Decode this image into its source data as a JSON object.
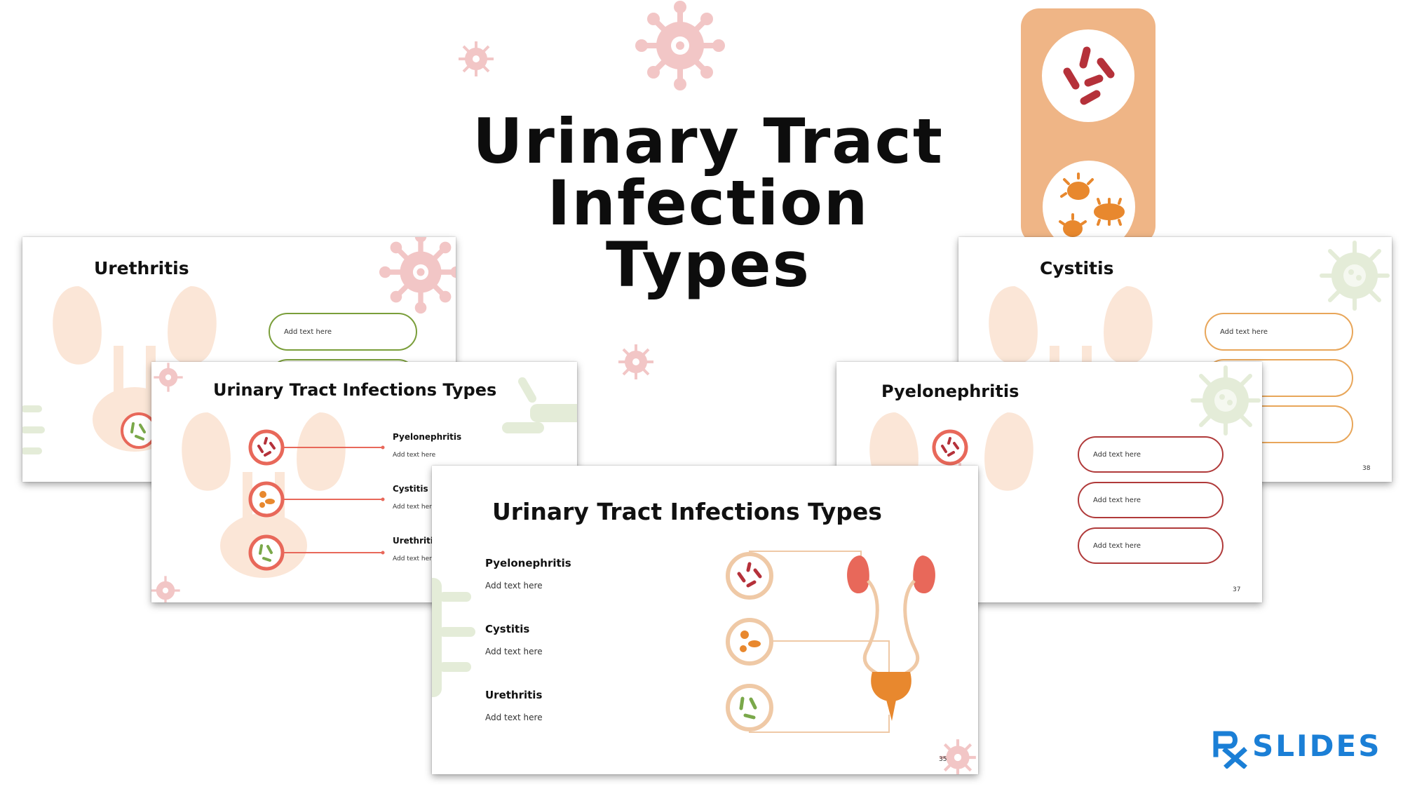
{
  "main_title": {
    "line1": "Urinary Tract",
    "line2": "Infection",
    "line3": "Types"
  },
  "slides": {
    "urethritis": {
      "title": "Urethritis",
      "pills": [
        "Add text here"
      ]
    },
    "cystitis": {
      "title": "Cystitis",
      "pills": [
        "Add text here"
      ],
      "number": "38"
    },
    "types_left": {
      "title": "Urinary Tract Infections Types",
      "items": [
        {
          "title": "Pyelonephritis",
          "sub": "Add text here"
        },
        {
          "title": "Cystitis",
          "sub": "Add text her"
        },
        {
          "title": "Urethriti",
          "sub": "Add text her"
        }
      ]
    },
    "pyelonephritis": {
      "title": "Pyelonephritis",
      "pills": [
        "Add text here",
        "Add text here",
        "Add text here"
      ],
      "number": "37"
    },
    "types_center": {
      "title": "Urinary Tract Infections Types",
      "items": [
        {
          "title": "Pyelonephritis",
          "sub": "Add text here"
        },
        {
          "title": "Cystitis",
          "sub": "Add text here"
        },
        {
          "title": "Urethritis",
          "sub": "Add text here"
        }
      ],
      "number": "35"
    }
  },
  "brand": {
    "logo_text": "SLIDES",
    "logo_mark": "Rx",
    "color": "#1b7fd6"
  },
  "colors": {
    "kidney_pale": "#fbe6d7",
    "kidney_red": "#e8685a",
    "bladder_orange": "#e8882e",
    "virus_pink": "#f2c6c6",
    "green_pale": "#e4ecd8",
    "bandage": "#efb586",
    "bacteria_red": "#b5313a",
    "bacteria_orange": "#e8882e",
    "bacteria_green": "#7aa84a"
  }
}
